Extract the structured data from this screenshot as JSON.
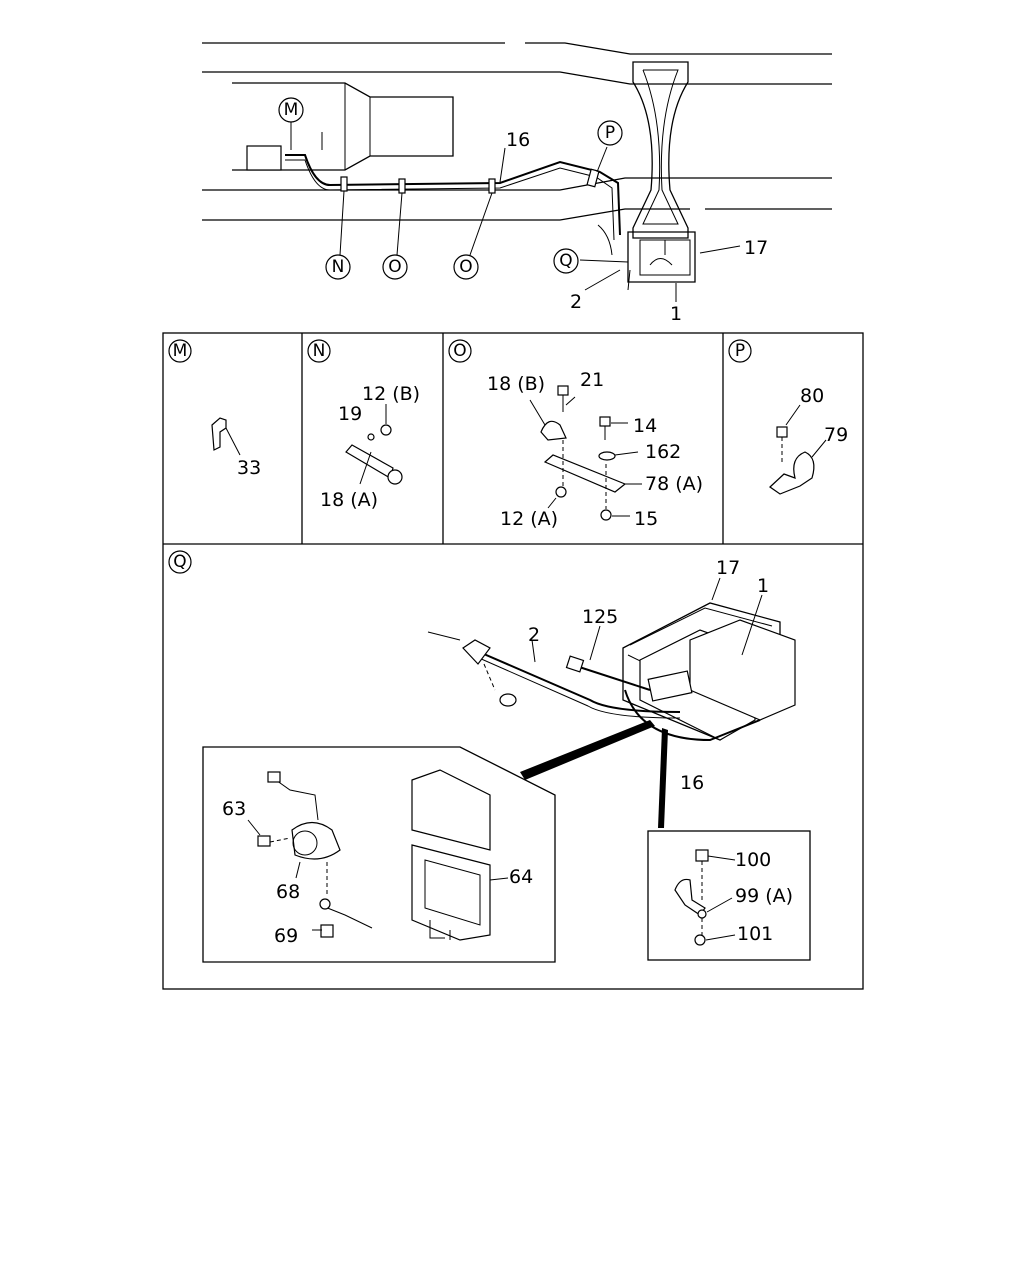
{
  "overview": {
    "callouts": [
      "M",
      "N",
      "O",
      "O",
      "P",
      "Q"
    ],
    "labels": [
      "16",
      "17",
      "2",
      "1"
    ]
  },
  "panels": {
    "M": {
      "letter": "M",
      "parts": [
        "33"
      ]
    },
    "N": {
      "letter": "N",
      "parts": [
        "12 (B)",
        "19",
        "18 (A)"
      ]
    },
    "O": {
      "letter": "O",
      "parts": [
        "18 (B)",
        "21",
        "14",
        "162",
        "78 (A)",
        "12 (A)",
        "15"
      ]
    },
    "P": {
      "letter": "P",
      "parts": [
        "80",
        "79"
      ]
    },
    "Q": {
      "letter": "Q",
      "parts": [
        "17",
        "1",
        "125",
        "2",
        "16"
      ],
      "inset_left_parts": [
        "63",
        "68",
        "69",
        "64"
      ],
      "inset_right_parts": [
        "100",
        "99 (A)",
        "101"
      ]
    }
  }
}
